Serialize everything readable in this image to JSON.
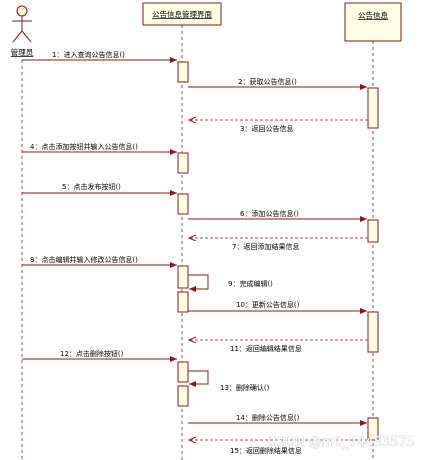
{
  "actor": {
    "name": "管理员",
    "icon": "stick-figure-icon"
  },
  "lifelines": [
    {
      "id": "ui",
      "name": "公告信息管理界面"
    },
    {
      "id": "entity",
      "name": "公告信息"
    }
  ],
  "messages": [
    {
      "label": "1：进入查询公告信息()",
      "from": "actor",
      "to": "ui",
      "kind": "sync"
    },
    {
      "label": "2：获取公告信息()",
      "from": "ui",
      "to": "entity",
      "kind": "sync"
    },
    {
      "label": "3：返回公告信息",
      "from": "entity",
      "to": "ui",
      "kind": "return"
    },
    {
      "label": "4：点击添加按钮并输入公告信息()",
      "from": "actor",
      "to": "ui",
      "kind": "sync"
    },
    {
      "label": "5：点击发布按钮()",
      "from": "actor",
      "to": "ui",
      "kind": "sync"
    },
    {
      "label": "6：添加公告信息()",
      "from": "ui",
      "to": "entity",
      "kind": "sync"
    },
    {
      "label": "7：返回添加结果信息",
      "from": "entity",
      "to": "ui",
      "kind": "return"
    },
    {
      "label": "8：点击编辑并输入修改公告信息()",
      "from": "actor",
      "to": "ui",
      "kind": "sync"
    },
    {
      "label": "9：完成编辑()",
      "from": "ui",
      "to": "ui",
      "kind": "self"
    },
    {
      "label": "10：更新公告信息()",
      "from": "ui",
      "to": "entity",
      "kind": "sync"
    },
    {
      "label": "11：返回编辑结果信息",
      "from": "entity",
      "to": "ui",
      "kind": "return"
    },
    {
      "label": "12：点击删除按钮()",
      "from": "actor",
      "to": "ui",
      "kind": "sync"
    },
    {
      "label": "13：删除确认()",
      "from": "ui",
      "to": "ui",
      "kind": "self"
    },
    {
      "label": "14：删除公告信息()",
      "from": "ui",
      "to": "entity",
      "kind": "sync"
    },
    {
      "label": "15：返回删除结果信息",
      "from": "entity",
      "to": "ui",
      "kind": "return"
    }
  ],
  "watermark": "CSDN @m0_74483575",
  "colors": {
    "line": "#7f1b1b",
    "activation_fill": "#ffffe6",
    "head_fill": "#ffffe6",
    "text": "#000000"
  }
}
